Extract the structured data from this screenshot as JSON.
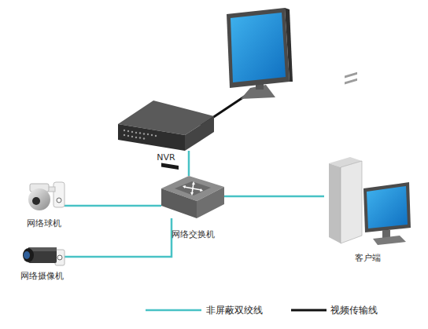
{
  "diagram": {
    "nodes": [
      {
        "text": [
          "NVR"
        ]
      },
      {
        "text": [
          "网络球机"
        ]
      },
      {
        "text": [
          "网络交换机"
        ]
      },
      {
        "text": [
          "客户端"
        ]
      },
      {
        "text": [
          "网络摄像机"
        ]
      }
    ],
    "edges": [
      {
        "from": 0,
        "to": 2,
        "arrow": "none"
      },
      {
        "from": 1,
        "to": 2,
        "arrow": "none"
      },
      {
        "from": 4,
        "to": 2,
        "arrow": "none"
      },
      {
        "from": 2,
        "to": 3,
        "arrow": "none"
      }
    ],
    "legend": [
      {
        "text": "非屏蔽双绞线"
      },
      {
        "text": "视频传输线"
      }
    ]
  }
}
